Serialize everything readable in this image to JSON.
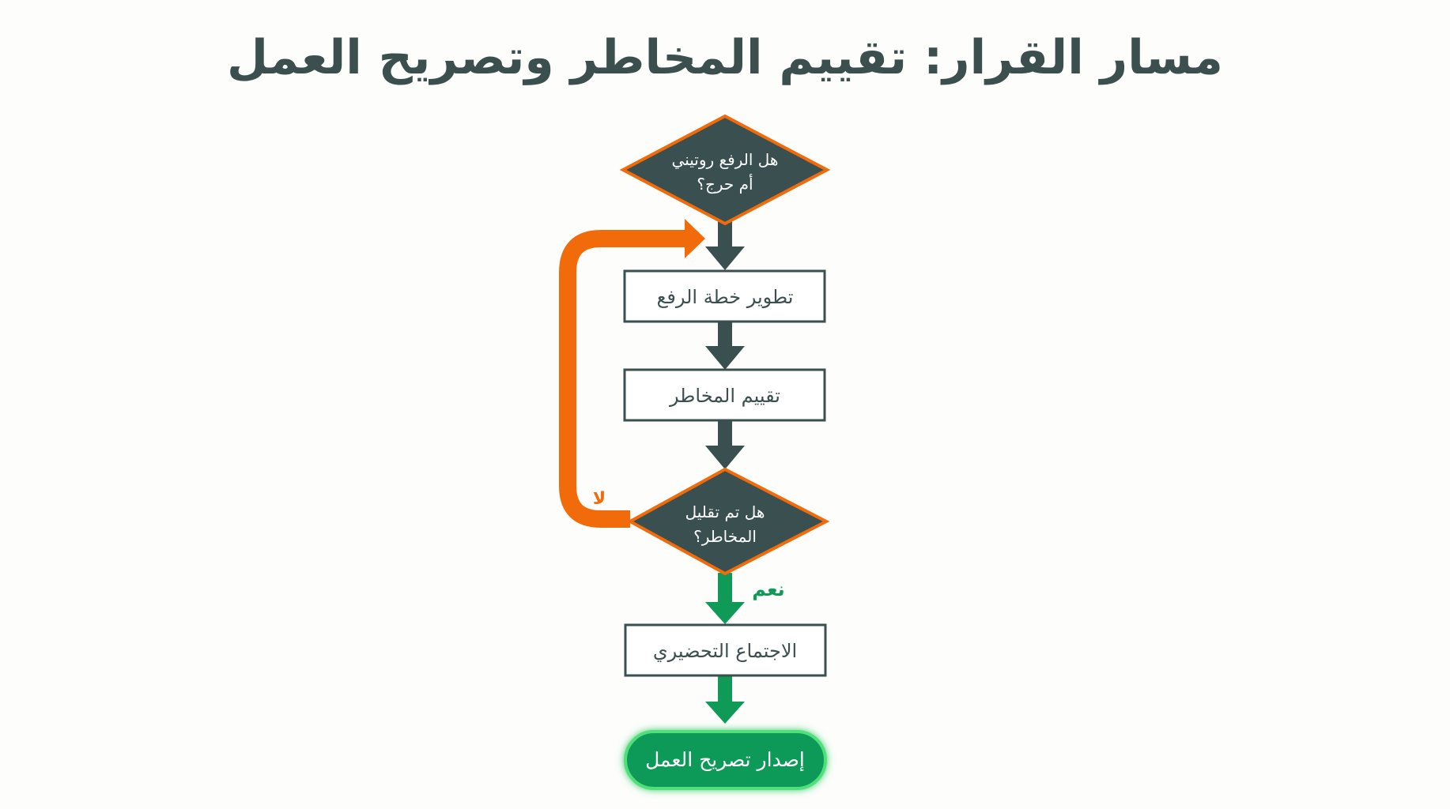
{
  "title": "مسار القرار: تقييم المخاطر وتصريح العمل",
  "nodes": {
    "decision1": {
      "line1": "هل الرفع روتيني",
      "line2": "أم حرج؟"
    },
    "develop_plan": "تطوير خطة الرفع",
    "risk_assessment": "تقييم المخاطر",
    "decision2": {
      "line1": "هل تم تقليل",
      "line2": "المخاطر؟"
    },
    "pre_meeting": "الاجتماع التحضيري",
    "issue_permit": "إصدار تصريح العمل"
  },
  "edge_labels": {
    "no": "لا",
    "yes": "نعم"
  },
  "colors": {
    "dark": "#3a4f4f",
    "orange": "#f26b0a",
    "green": "#0f9a58",
    "text": "#3a4f4e"
  }
}
